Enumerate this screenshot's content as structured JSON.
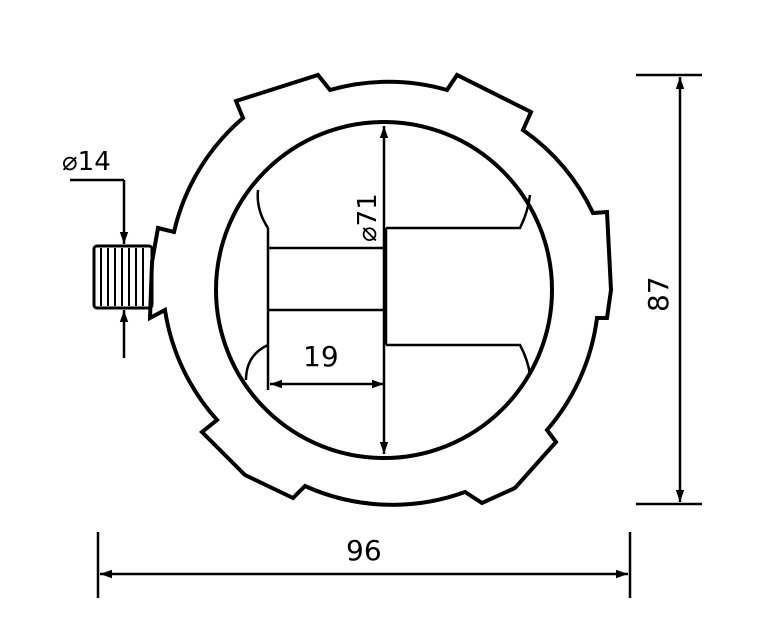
{
  "dimensions": {
    "pin_diameter": "⌀14",
    "inner_diameter": "⌀71",
    "slot_width": "19",
    "height": "87",
    "width": "96"
  },
  "colors": {
    "line": "#000000",
    "background": "#ffffff"
  }
}
